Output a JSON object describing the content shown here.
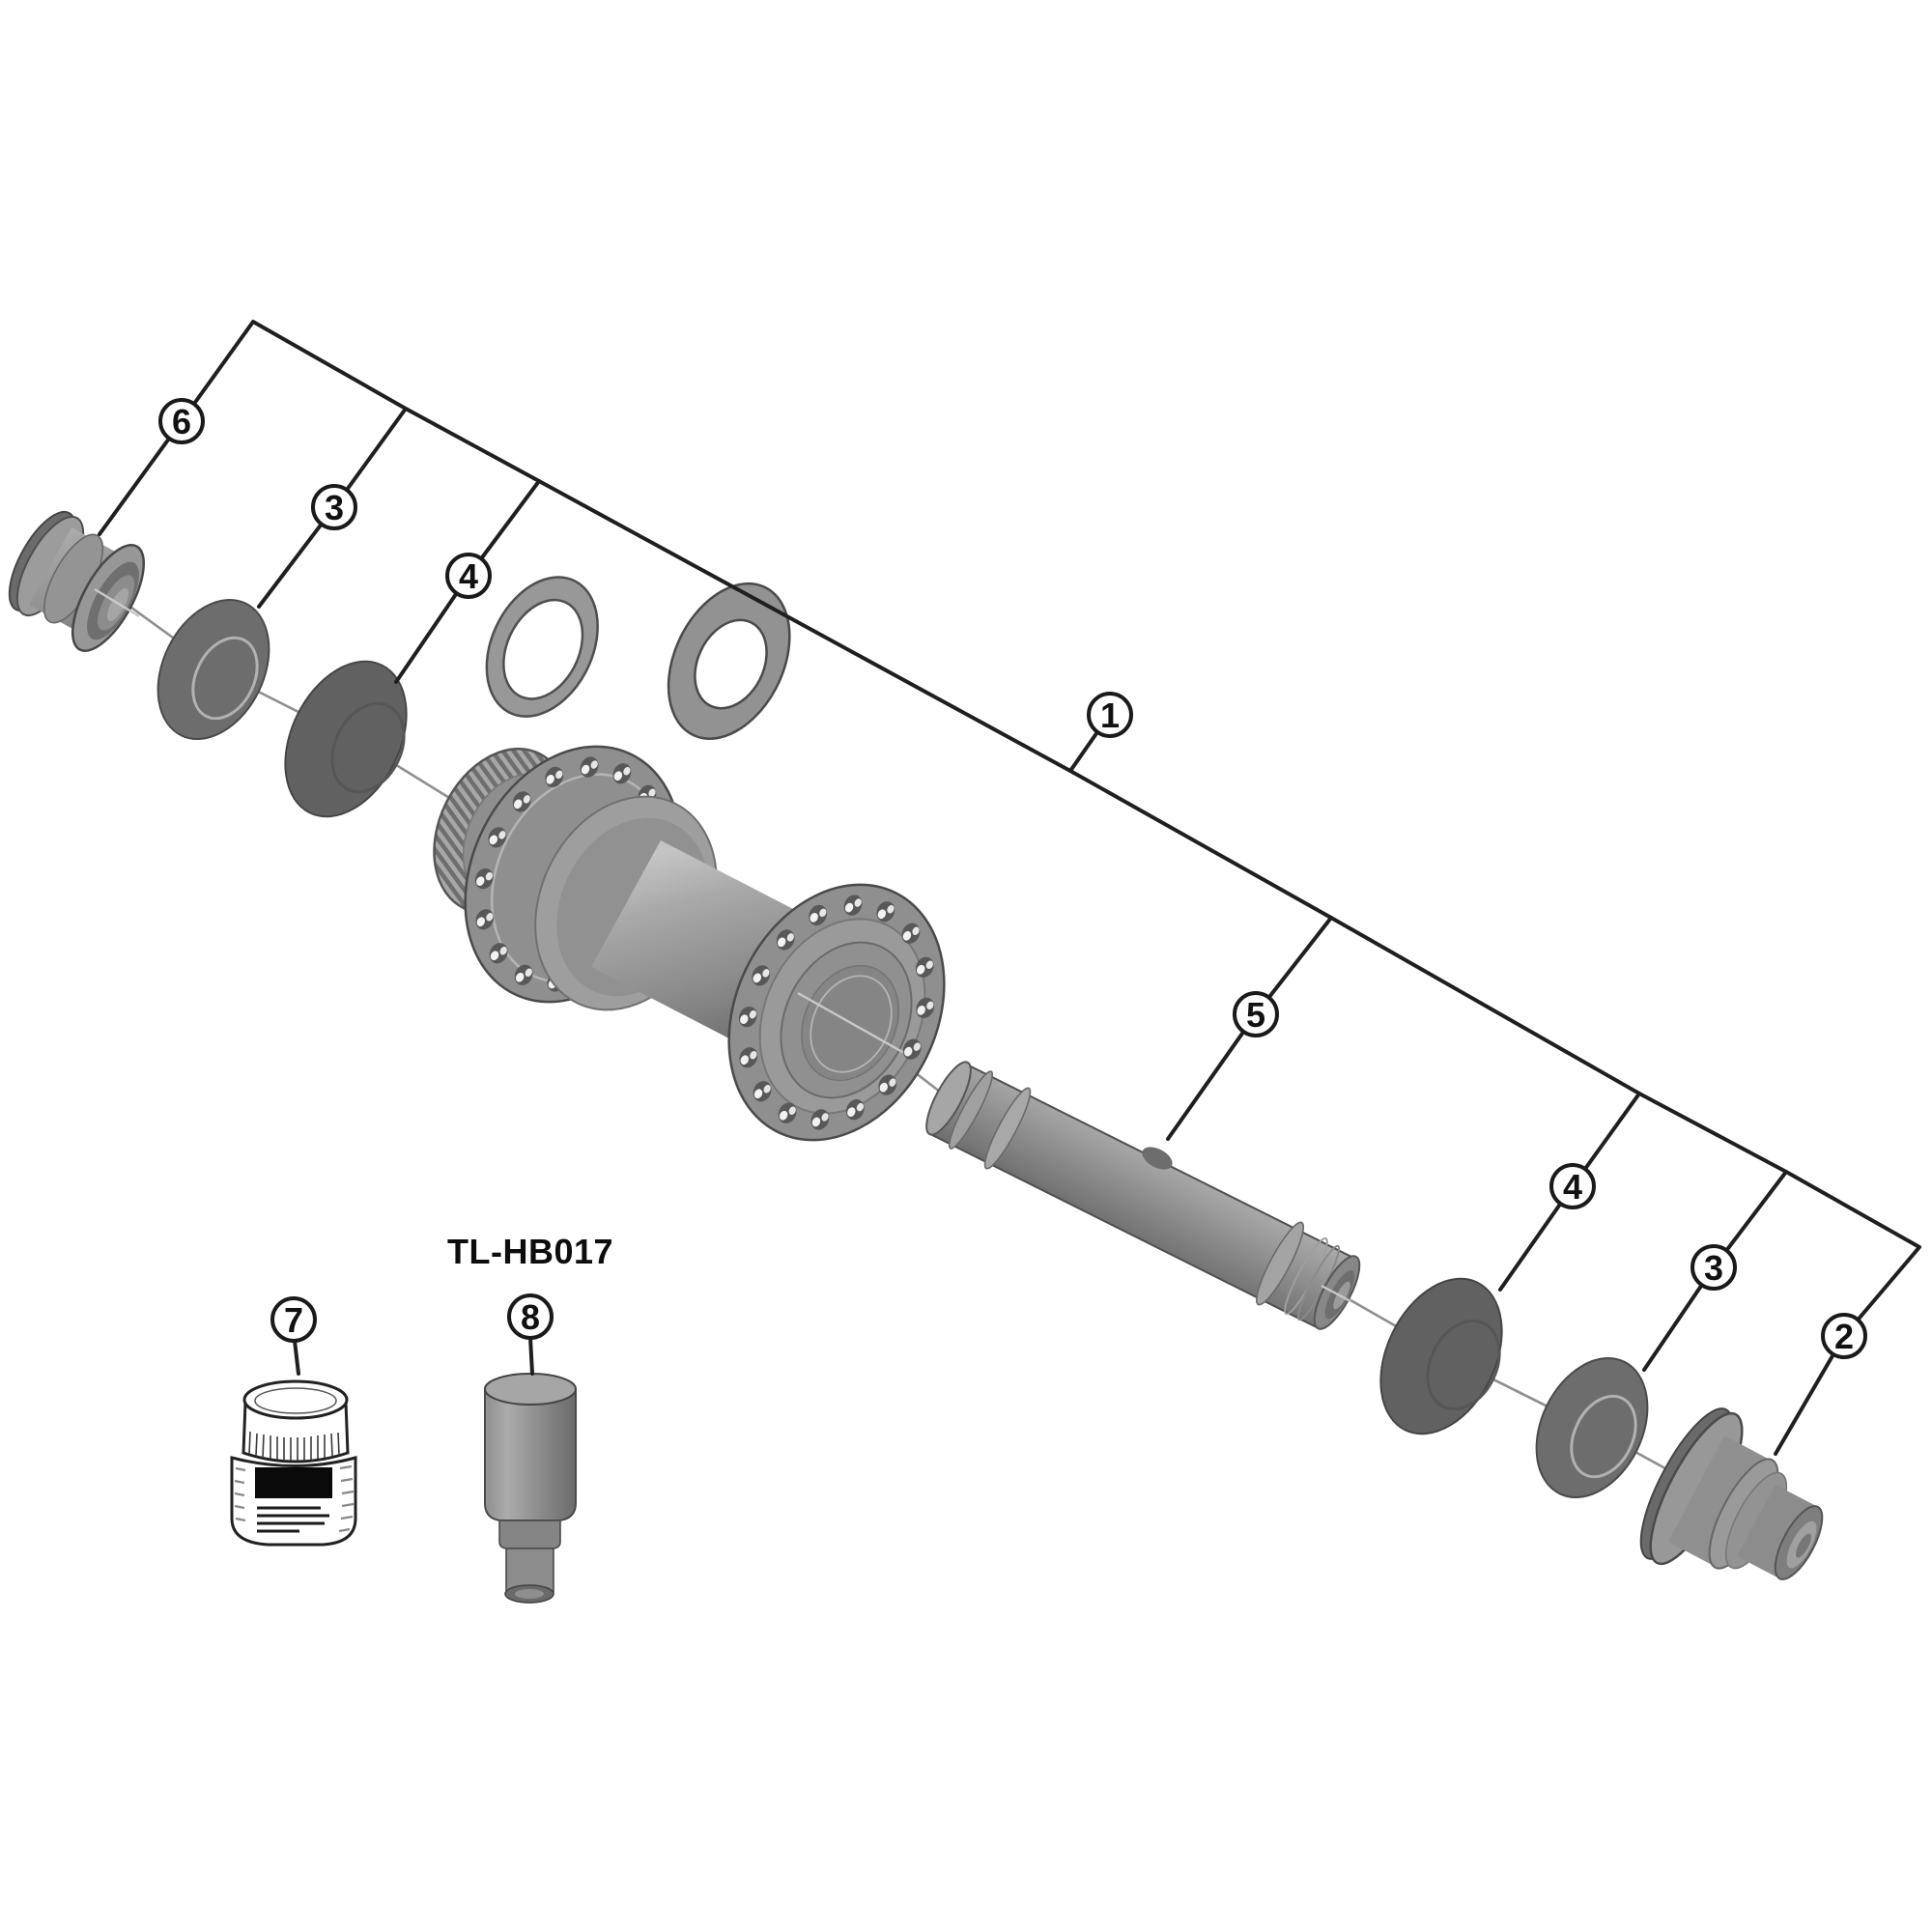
{
  "figure": {
    "type": "exploded-parts-diagram",
    "background": "#ffffff",
    "line_color": "#1f1f1f",
    "metal_light": "#b8b8b8",
    "metal_mid": "#8f8f8f",
    "metal_dark": "#5f5f5f"
  },
  "callouts": {
    "hub_assembly": "1",
    "end_cap_right": "2",
    "seal_left": "3",
    "seal_right": "3",
    "bearing_left": "4",
    "bearing_right": "4",
    "axle": "5",
    "end_cap_left": "6",
    "grease": "7",
    "tool": "8"
  },
  "labels": {
    "tool_model": "TL-HB017"
  }
}
